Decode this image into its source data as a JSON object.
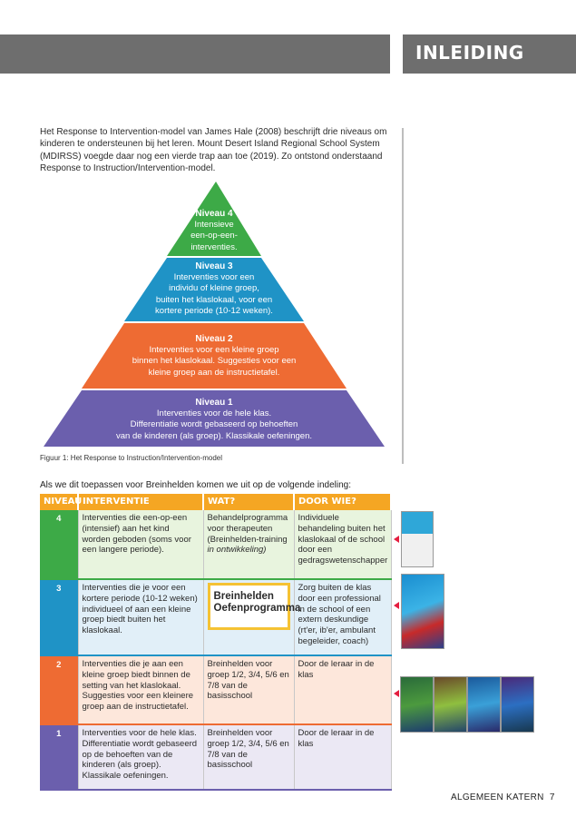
{
  "header": {
    "section_title": "INLEIDING"
  },
  "intro": {
    "paragraph_lines": [
      "Het Response to Intervention-model van James Hale (2008) beschrijft drie niveaus om",
      "kinderen te ondersteunen bij het leren. Mount Desert Island Regional School System",
      "(MDIRSS) voegde daar nog een vierde trap aan toe (2019). Zo ontstond onderstaand",
      "Response to Instruction/Intervention-model."
    ]
  },
  "pyramid": {
    "levels": [
      {
        "title": "Niveau 4",
        "lines": [
          "Intensieve",
          "een-op-een-",
          "interventies."
        ],
        "color": "#3daa47"
      },
      {
        "title": "Niveau 3",
        "lines": [
          "Interventies voor een",
          "individu of kleine groep,",
          "buiten het klaslokaal, voor een",
          "kortere periode (10-12 weken)."
        ],
        "color": "#1f93c6"
      },
      {
        "title": "Niveau 2",
        "lines": [
          "Interventies voor een kleine groep",
          "binnen het klaslokaal. Suggesties voor een",
          "kleine groep aan de instructietafel."
        ],
        "color": "#ee6b33"
      },
      {
        "title": "Niveau 1",
        "lines": [
          "Interventies voor de hele klas.",
          "Differentiatie wordt gebaseerd op behoeften",
          "van de kinderen (als groep). Klassikale oefeningen."
        ],
        "color": "#6b5fad"
      }
    ]
  },
  "figure_caption": "Figuur 1: Het Response to Instruction/Intervention-model",
  "table_lead": "Als we dit toepassen voor Breinhelden komen we uit op de volgende indeling:",
  "table": {
    "headers": [
      "NIVEAU",
      "INTERVENTIE",
      "WAT?",
      "DOOR WIE?"
    ],
    "rows": [
      {
        "niveau": "4",
        "interventie": "Interventies die een-op-een (intensief) aan het kind worden geboden (soms voor een langere periode).",
        "wat": "Behandelprogramma voor therapeuten (Breinhelden-training",
        "wat_italic": "in ontwikkeling)",
        "door_wie": "Individuele behandeling buiten het klaslokaal of de school door een gedragswetenschapper"
      },
      {
        "niveau": "3",
        "interventie": "Interventies die je voor een kortere periode (10-12 weken) individueel of aan een kleine groep biedt buiten het klaslokaal.",
        "wat": "Breinhelden Oefenprogramma",
        "door_wie": "Zorg buiten de klas door een professional in de school of een extern deskundige (rt'er, ib'er, ambulant begeleider, coach)"
      },
      {
        "niveau": "2",
        "interventie": "Interventies die je aan een kleine groep biedt binnen de setting van het klaslokaal. Suggesties voor een kleinere groep aan de instructietafel.",
        "wat": "Breinhelden voor groep 1/2, 3/4, 5/6 en 7/8 van de basisschool",
        "door_wie": "Door de leraar in de klas"
      },
      {
        "niveau": "1",
        "interventie": "Interventies voor de hele klas. Differentiatie wordt gebaseerd op de behoeften van de kinderen (als groep). Klassikale oefeningen.",
        "wat": "Breinhelden voor groep 1/2, 3/4, 5/6 en 7/8 van de basisschool",
        "door_wie": "Door de leraar in de klas"
      }
    ]
  },
  "footer": {
    "label": "ALGEMEEN KATERN",
    "page": "7"
  },
  "colors": {
    "header_gray": "#6e6e6e",
    "orange": "#f5a623",
    "green": "#3daa47",
    "blue": "#1f93c6",
    "red_orange": "#ee6b33",
    "purple": "#6b5fad",
    "arrow_red": "#e41e3f"
  }
}
